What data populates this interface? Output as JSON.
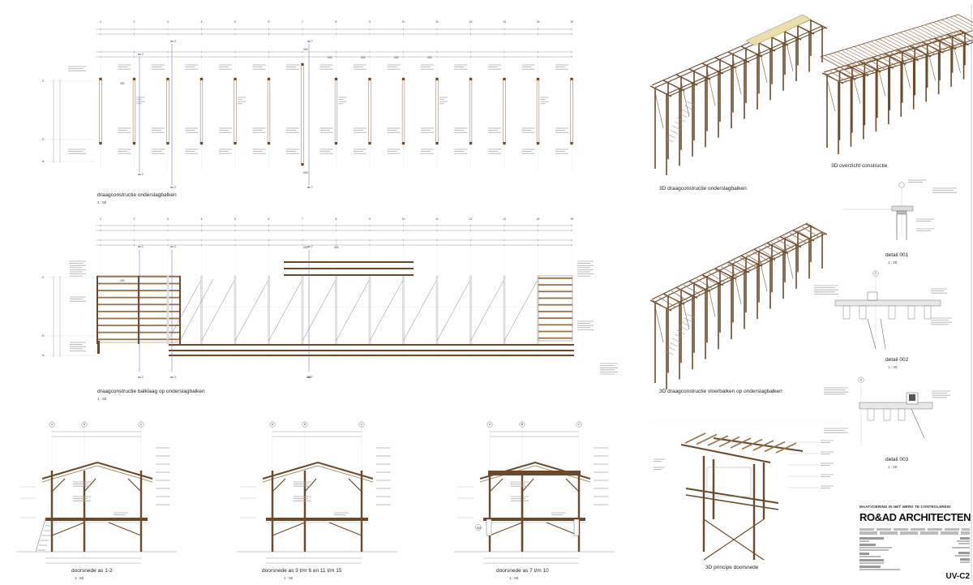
{
  "labels": {
    "plan1_title": "draagconstructie onderslagbalken",
    "plan1_scale": "1 : 50",
    "plan2_title": "draagconstructie balklaag op onderslagbalken",
    "plan2_scale": "1 : 50",
    "iso1_title": "3D draagconstructie onderslagbalken",
    "iso2_title": "3D overzicht constructie",
    "iso3_title": "3D draagconstructie vloerbalken op onderslagbalken",
    "iso4_title": "3D principe doorsnede",
    "detail1_title": "detail 001",
    "detail1_scale": "1 : 20",
    "detail2_title": "detail 002",
    "detail2_scale": "1 : 20",
    "detail3_title": "detail 003",
    "detail3_scale": "1 : 20",
    "sec1_title": "doorsnede as 1-2",
    "sec1_scale": "1 : 50",
    "sec2_title": "doorsnede as 3 t/m 6 en 11 t/m 15",
    "sec2_scale": "1 : 50",
    "sec3_title": "doorsnede as 7 t/m 10",
    "sec3_scale": "1 : 50"
  },
  "axes": {
    "row": [
      "C",
      "D",
      "A"
    ],
    "sec": [
      "A",
      "B",
      "C"
    ],
    "col": [
      "1",
      "2",
      "3",
      "4",
      "5",
      "6",
      "7",
      "8",
      "9",
      "10",
      "11",
      "12",
      "13",
      "14",
      "15"
    ],
    "as2": "as 2",
    "as3": "as 3",
    "as7": "as 7"
  },
  "tags": {
    "t001": "001",
    "t002": "002",
    "t003": "003"
  },
  "titleblock": {
    "warning": "MAATVOERING IN HET WERK TE CONTROLEREN!",
    "logo": "RO&AD ARCHITECTEN",
    "code": "UV-C2"
  }
}
